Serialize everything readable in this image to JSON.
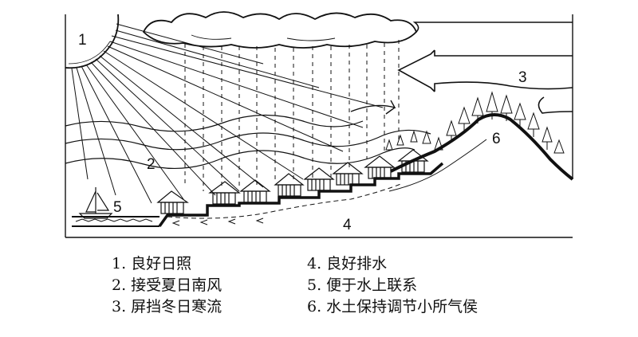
{
  "diagram": {
    "markers": [
      "1",
      "2",
      "3",
      "4",
      "5",
      "6"
    ]
  },
  "legend": {
    "left": [
      "1. 良好日照",
      "2. 接受夏日南风",
      "3. 屏挡冬日寒流"
    ],
    "right": [
      "4. 良好排水",
      "5. 便于水上联系",
      "6. 水土保持调节小所气侯"
    ]
  }
}
